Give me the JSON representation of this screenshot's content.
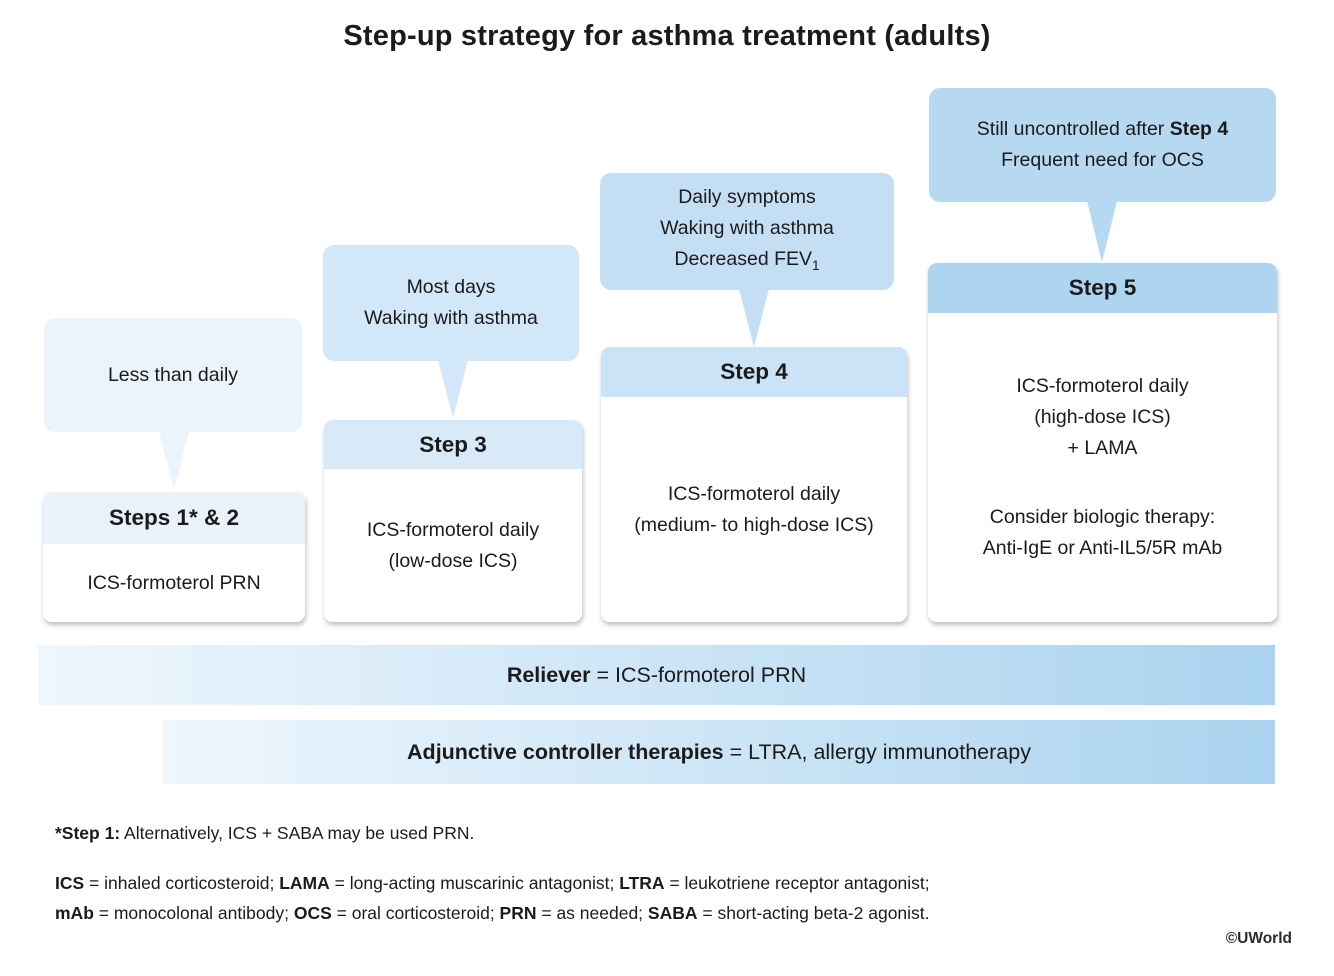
{
  "title": "Step-up strategy for asthma treatment (adults)",
  "watermark": "©UWorld",
  "colors": {
    "text": "#1b1b1b",
    "bar_gradient_start": "#eff7fd",
    "bar_gradient_end": "#aad3ef"
  },
  "steps": [
    {
      "name": "steps-1-2",
      "bubble_fill": "#ebf4fb",
      "header_fill": "#e9f2fa",
      "header": "Steps 1* & 2",
      "bubble_lines": [
        [
          {
            "text": "Less than daily"
          }
        ]
      ],
      "body_lines": [
        [
          {
            "text": "ICS-formoterol PRN"
          }
        ]
      ]
    },
    {
      "name": "step-3",
      "bubble_fill": "#d2e7f7",
      "header_fill": "#d8eaf8",
      "header": "Step 3",
      "bubble_lines": [
        [
          {
            "text": "Most days"
          }
        ],
        [
          {
            "text": "Waking with asthma"
          }
        ]
      ],
      "body_lines": [
        [
          {
            "text": "ICS-formoterol daily"
          }
        ],
        [
          {
            "text": "(low-dose ICS)"
          }
        ]
      ]
    },
    {
      "name": "step-4",
      "bubble_fill": "#c4dff4",
      "header_fill": "#cbe3f6",
      "header": "Step 4",
      "bubble_lines": [
        [
          {
            "text": "Daily symptoms"
          }
        ],
        [
          {
            "text": "Waking with asthma"
          }
        ],
        [
          {
            "text": "Decreased FEV"
          },
          {
            "text": "1",
            "sub": true
          }
        ]
      ],
      "body_lines": [
        [
          {
            "text": "ICS-formoterol daily"
          }
        ],
        [
          {
            "text": "(medium- to high-dose ICS)"
          }
        ]
      ]
    },
    {
      "name": "step-5",
      "bubble_fill": "#b6d9f1",
      "header_fill": "#aed5ef",
      "header": "Step 5",
      "bubble_lines": [
        [
          {
            "text": "Still uncontrolled after "
          },
          {
            "text": "Step 4",
            "bold": true
          }
        ],
        [
          {
            "text": "Frequent need for OCS"
          }
        ]
      ],
      "body_group1": [
        [
          {
            "text": "ICS-formoterol daily"
          }
        ],
        [
          {
            "text": "(high-dose ICS)"
          }
        ],
        [
          {
            "text": "+ LAMA"
          }
        ]
      ],
      "body_group2": [
        [
          {
            "text": "Consider biologic therapy:"
          }
        ],
        [
          {
            "text": "Anti-IgE or Anti-IL5/5R mAb"
          }
        ]
      ]
    }
  ],
  "bars": [
    {
      "bold": "Reliever",
      "rest": " = ICS-formoterol PRN"
    },
    {
      "bold": "Adjunctive controller therapies",
      "rest": " = LTRA, allergy immunotherapy"
    }
  ],
  "footnote_step1": {
    "bold": "*Step 1:",
    "rest": " Alternatively, ICS + SABA may be used PRN."
  },
  "abbreviations": [
    [
      {
        "text": "ICS",
        "bold": true
      },
      {
        "text": " = inhaled corticosteroid; "
      },
      {
        "text": "LAMA",
        "bold": true
      },
      {
        "text": " = long-acting muscarinic antagonist; "
      },
      {
        "text": "LTRA",
        "bold": true
      },
      {
        "text": " = leukotriene receptor antagonist;"
      }
    ],
    [
      {
        "text": "mAb",
        "bold": true
      },
      {
        "text": " = monocolonal antibody; "
      },
      {
        "text": "OCS",
        "bold": true
      },
      {
        "text": " = oral corticosteroid; "
      },
      {
        "text": "PRN",
        "bold": true
      },
      {
        "text": " = as needed; "
      },
      {
        "text": "SABA",
        "bold": true
      },
      {
        "text": " = short-acting beta-2 agonist."
      }
    ]
  ]
}
